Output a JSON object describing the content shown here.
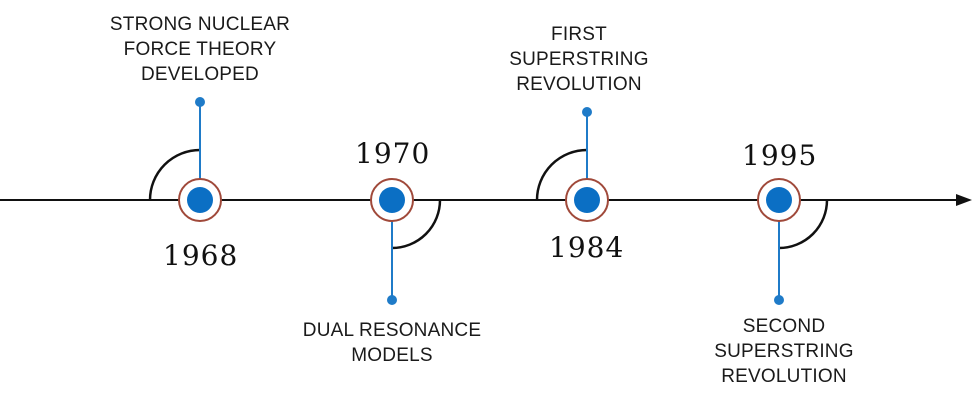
{
  "colors": {
    "axis": "#111111",
    "marker_ring": "#a0493a",
    "marker_dot": "#0b6fc4",
    "connector": "#1f7bc8",
    "arc": "#111111"
  },
  "events": [
    {
      "year": "1968",
      "label_lines": [
        "STRONG NUCLEAR",
        "FORCE THEORY",
        "DEVELOPED"
      ]
    },
    {
      "year": "1970",
      "label_lines": [
        "DUAL RESONANCE",
        "MODELS"
      ]
    },
    {
      "year": "1984",
      "label_lines": [
        "FIRST",
        "SUPERSTRING",
        "REVOLUTION"
      ]
    },
    {
      "year": "1995",
      "label_lines": [
        "SECOND",
        "SUPERSTRING",
        "REVOLUTION"
      ]
    }
  ]
}
